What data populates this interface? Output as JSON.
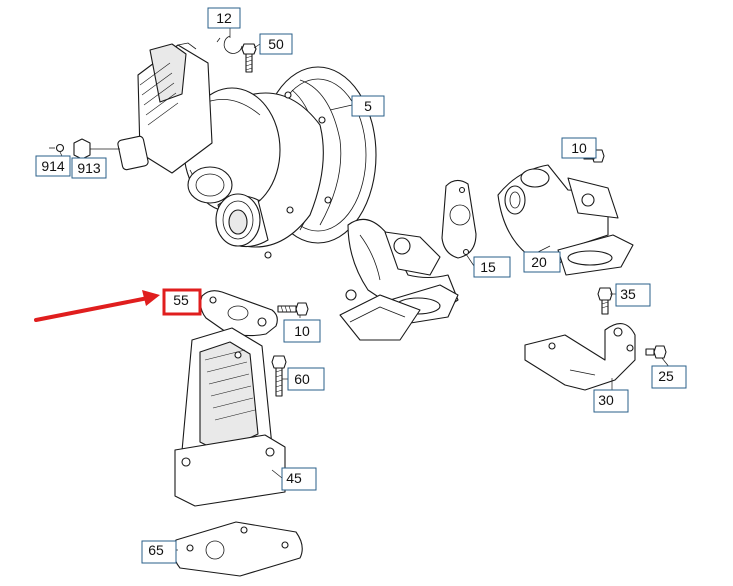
{
  "callouts": [
    {
      "id": "12",
      "label": "12"
    },
    {
      "id": "50",
      "label": "50"
    },
    {
      "id": "5",
      "label": "5"
    },
    {
      "id": "914",
      "label": "914"
    },
    {
      "id": "913",
      "label": "913"
    },
    {
      "id": "10a",
      "label": "10"
    },
    {
      "id": "15",
      "label": "15"
    },
    {
      "id": "20",
      "label": "20"
    },
    {
      "id": "55",
      "label": "55"
    },
    {
      "id": "10b",
      "label": "10"
    },
    {
      "id": "35",
      "label": "35"
    },
    {
      "id": "60",
      "label": "60"
    },
    {
      "id": "25",
      "label": "25"
    },
    {
      "id": "30",
      "label": "30"
    },
    {
      "id": "45",
      "label": "45"
    },
    {
      "id": "65",
      "label": "65"
    }
  ],
  "highlight": {
    "target": "55",
    "color": "#e01e1e"
  },
  "colors": {
    "line": "#1a1a1a",
    "callout_border": "#2a5f8a",
    "highlight": "#e01e1e"
  }
}
